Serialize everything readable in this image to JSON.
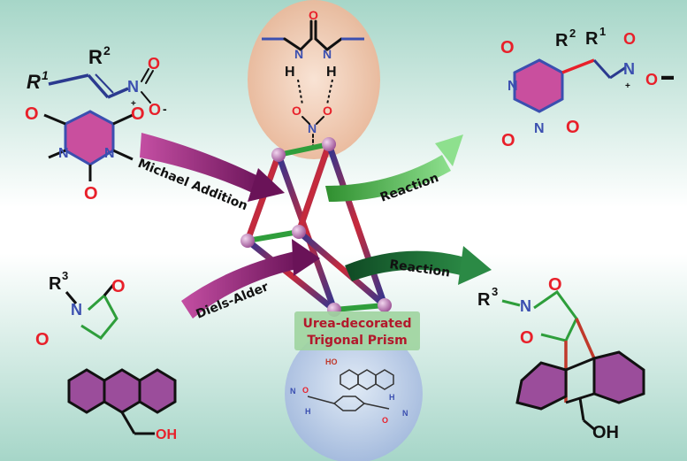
{
  "labels": {
    "michael_addition": "Michael Addition",
    "diels_alder": "Diels-Alder",
    "reaction_top": "Reaction",
    "reaction_bottom": "Reaction",
    "prism_line1": "Urea-decorated",
    "prism_line2": "Trigonal Prism"
  },
  "atoms": {
    "r1": "R",
    "r1_sup": "1",
    "r2": "R",
    "r2_sup": "2",
    "r3": "R",
    "r3_sup": "3",
    "n": "N",
    "o": "O",
    "h": "H",
    "oh": "OH",
    "ho": "HO",
    "plus": "+",
    "minus": "-",
    "minus_bold": "▬"
  },
  "colors": {
    "background_top": "#a6d6c8",
    "background_mid": "#ffffff",
    "michael_arrow": "#8a1c6e",
    "diels_arrow": "#8a1c6e",
    "reaction_arrow_top": "#3fae3f",
    "reaction_arrow_bottom": "#1f6e3a",
    "prism_edge": "#3b3f9e",
    "prism_rung": "#2f9e3b",
    "prism_node": "#b070a8",
    "prism_label_bg": "#9fd49f",
    "prism_label_text": "#b2182b",
    "urea_bubble": "#f4c9ad",
    "guest_bubble": "#b9ccec",
    "barbiturate_fill": "#c94f9e",
    "anthracene_fill": "#9b4d9b",
    "nitro_bond": "#2b3a8f",
    "maleimide_bond": "#2e9e3b"
  }
}
